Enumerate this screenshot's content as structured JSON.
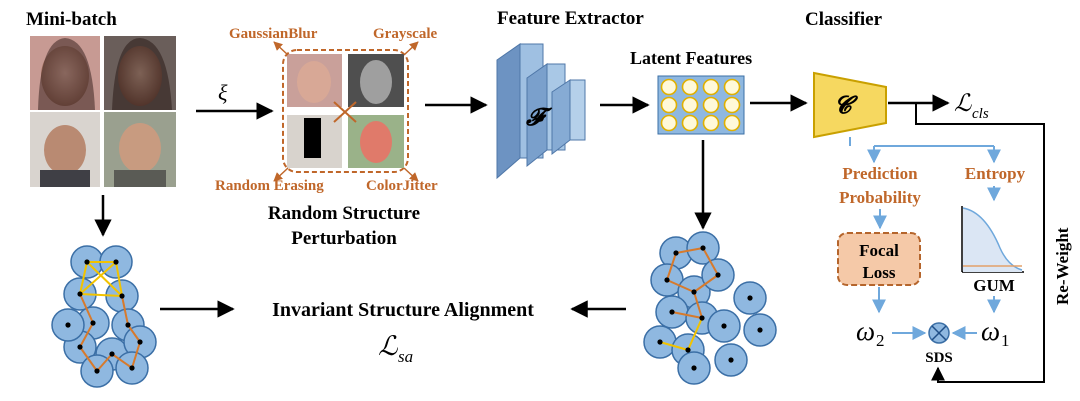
{
  "titles": {
    "mini_batch": "Mini-batch",
    "feature_extractor": "Feature Extractor",
    "classifier": "Classifier",
    "latent_features": "Latent Features"
  },
  "augmentations": {
    "gaussian_blur": "GaussianBlur",
    "grayscale": "Grayscale",
    "random_erasing": "Random Erasing",
    "color_jitter": "ColorJitter"
  },
  "symbols": {
    "xi": "ξ",
    "F": "𝓕",
    "C": "𝓒",
    "L_cls_main": "ℒ",
    "L_cls_sub": "cls",
    "L_sa_main": "ℒ",
    "L_sa_sub": "sa",
    "omega": "ω",
    "omega2_sub": "2",
    "omega1_sub": "1",
    "otimes": "⊗"
  },
  "labels": {
    "random_structure_line1": "Random Structure",
    "random_structure_line2": "Perturbation",
    "invariant_alignment": "Invariant Structure Alignment",
    "prediction_line1": "Prediction",
    "prediction_line2": "Probability",
    "entropy": "Entropy",
    "focal_line1": "Focal",
    "focal_line2": "Loss",
    "gum": "GUM",
    "sds": "SDS",
    "reweight": "Re-Weight"
  },
  "colors": {
    "black": "#000000",
    "orange_text": "#c0672a",
    "blue_arrow": "#6fa8dc",
    "node_fill": "#8fb8e0",
    "node_stroke": "#3b6fa6",
    "yellow": "#f2c300",
    "orange_edge": "#d77a2c",
    "classifier_fill": "#f6d860",
    "classifier_stroke": "#c9a000",
    "focal_fill": "#f5c9a8",
    "focal_stroke": "#b5652c",
    "extractor_front": "#8fb0d6",
    "extractor_side": "#6d93c2"
  }
}
